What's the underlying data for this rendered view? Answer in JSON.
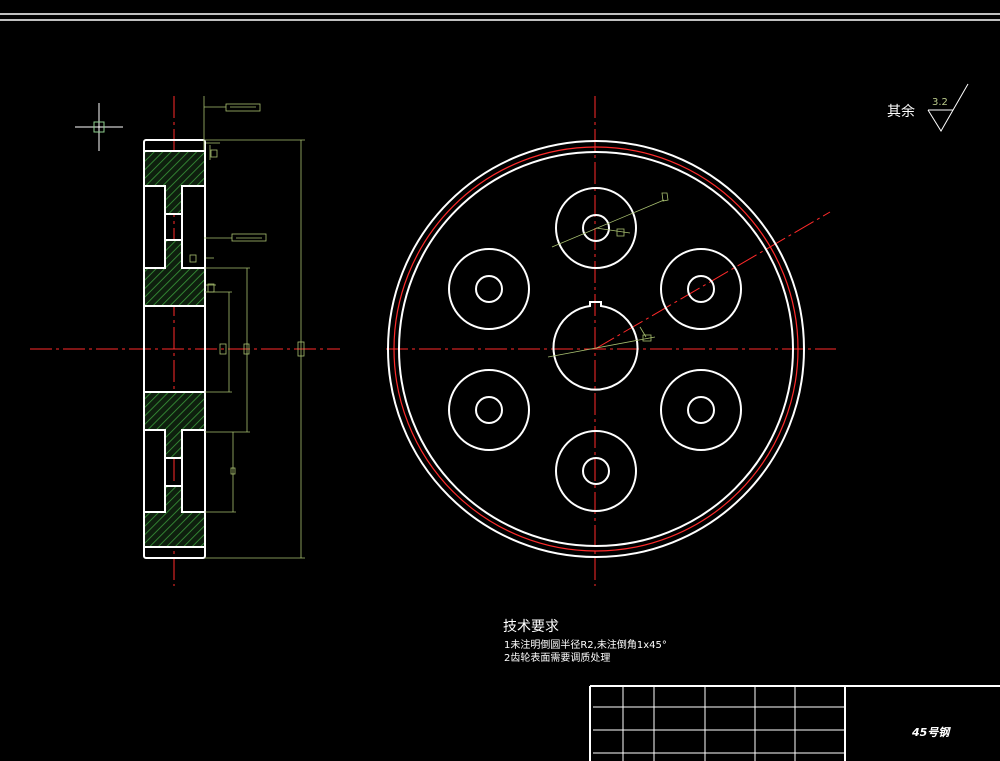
{
  "surface_finish": {
    "label": "其余",
    "value": "3.2"
  },
  "technical_requirements": {
    "title": "技术要求",
    "notes": [
      "1未注明倒圆半径R2,未注倒角1x45°",
      "2齿轮表面需要调质处理"
    ]
  },
  "title_block": {
    "material": "45号钢"
  },
  "colors": {
    "background": "#000000",
    "outline": "#ffffff",
    "centerline": "#ff2a2a",
    "dimension": "#a8c070",
    "hatch": "#2f8a2f"
  },
  "icons": [
    "crosshair-cursor-icon",
    "roughness-symbol-icon"
  ]
}
